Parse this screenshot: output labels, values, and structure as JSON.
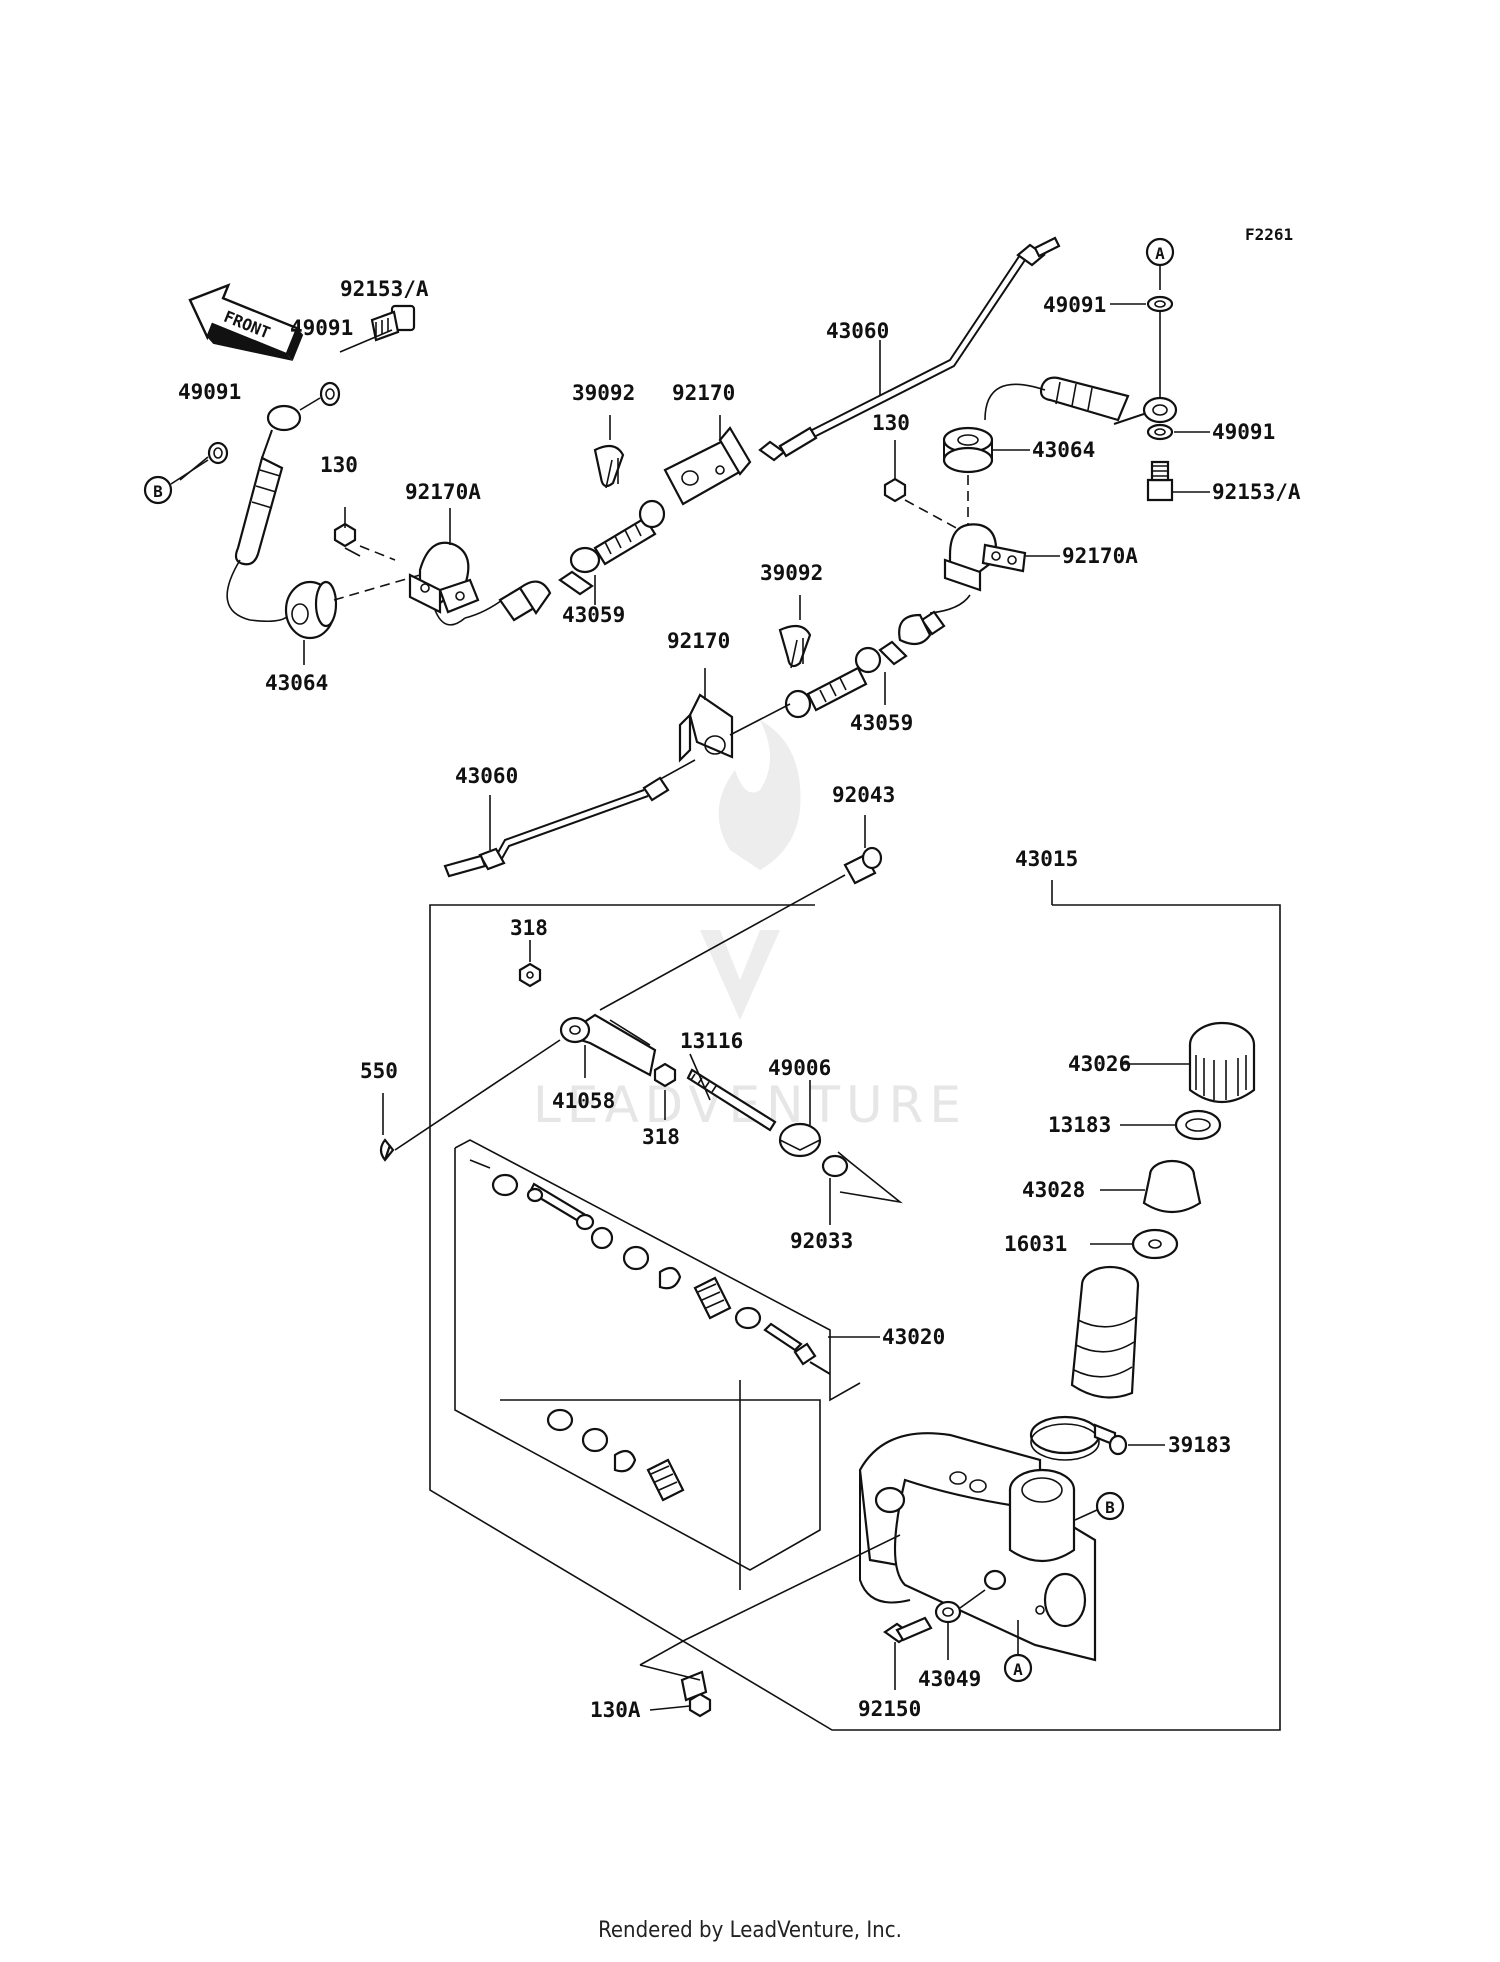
{
  "figure_code": "F2261",
  "front_label": "FRONT",
  "watermark": "LEADVENTURE",
  "footer": "Rendered by LeadVenture, Inc.",
  "callout_markers": [
    "A",
    "B"
  ],
  "part_labels": {
    "p92153A_left": "92153/A",
    "p49091_l1": "49091",
    "p49091_l2": "49091",
    "p130_l": "130",
    "p92170A_l": "92170A",
    "p43064_l": "43064",
    "p39092_t": "39092",
    "p92170_t": "92170",
    "p43059_t": "43059",
    "p43060_t": "43060",
    "p130_r": "130",
    "p43064_r": "43064",
    "p92170A_r": "92170A",
    "p49091_r1": "49091",
    "p49091_r2": "49091",
    "p92153A_r": "92153/A",
    "p39092_m": "39092",
    "p92170_m": "92170",
    "p43059_m": "43059",
    "p43060_b": "43060",
    "p92043": "92043",
    "p43015": "43015",
    "p318_t": "318",
    "p318_b": "318",
    "p550": "550",
    "p41058": "41058",
    "p13116": "13116",
    "p49006": "49006",
    "p92033": "92033",
    "p43020": "43020",
    "p43026": "43026",
    "p13183": "13183",
    "p43028": "43028",
    "p16031": "16031",
    "p39183": "39183",
    "p43049": "43049",
    "p92150": "92150",
    "p130A": "130A"
  }
}
